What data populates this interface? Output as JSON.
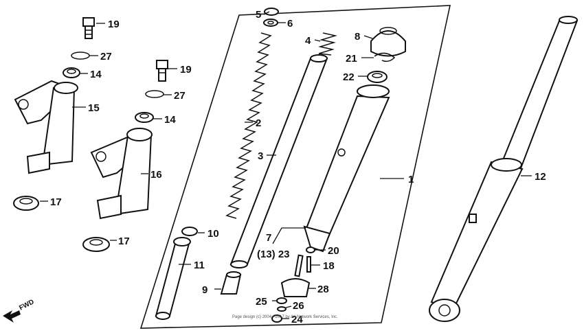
{
  "colors": {
    "ink": "#111111",
    "paper": "#ffffff"
  },
  "callouts": {
    "c1": "1",
    "c2": "2",
    "c3": "3",
    "c4": "4",
    "c5": "5",
    "c6": "6",
    "c7": "7",
    "c8": "8",
    "c9": "9",
    "c10": "10",
    "c11": "11",
    "c12": "12",
    "c13_23": "(13) 23",
    "c14a": "14",
    "c14b": "14",
    "c15": "15",
    "c16": "16",
    "c17a": "17",
    "c17b": "17",
    "c18": "18",
    "c19a": "19",
    "c19b": "19",
    "c20": "20",
    "c21": "21",
    "c22": "22",
    "c24": "24",
    "c25": "25",
    "c26": "26",
    "c27a": "27",
    "c27b": "27",
    "c28": "28"
  },
  "direction_label": "FWD",
  "footer": "Page design (c) 2004 - 2017 by Ari Network Services, Inc."
}
